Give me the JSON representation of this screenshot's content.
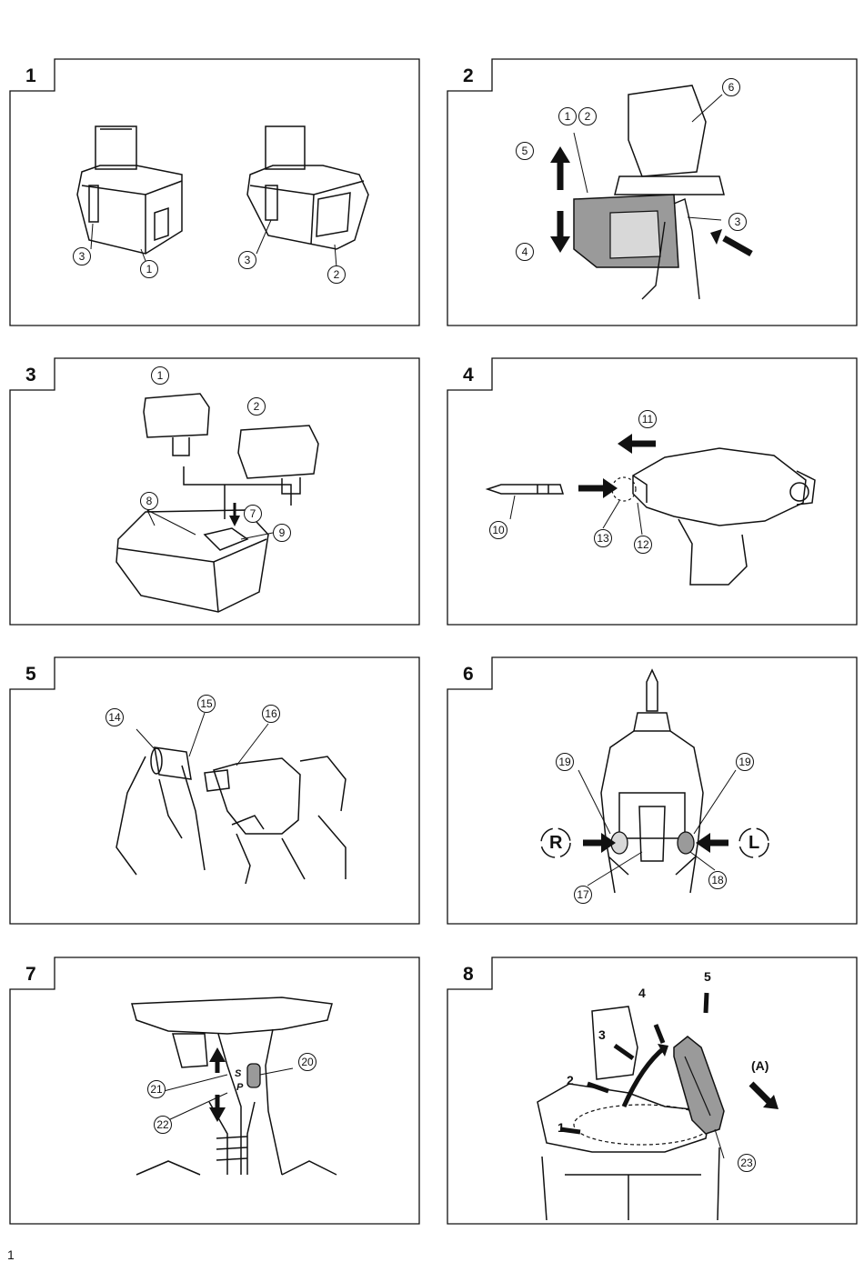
{
  "panels": [
    {
      "number": "1",
      "callouts": [
        "3",
        "1",
        "3",
        "2"
      ]
    },
    {
      "number": "2",
      "callouts": [
        "1",
        "2",
        "6",
        "5",
        "3",
        "4"
      ]
    },
    {
      "number": "3",
      "callouts": [
        "1",
        "2",
        "8",
        "7",
        "9"
      ]
    },
    {
      "number": "4",
      "callouts": [
        "11",
        "10",
        "13",
        "12"
      ]
    },
    {
      "number": "5",
      "callouts": [
        "14",
        "15",
        "16"
      ]
    },
    {
      "number": "6",
      "callouts": [
        "19",
        "19",
        "17",
        "18"
      ],
      "rotation_labels": [
        "R",
        "L"
      ]
    },
    {
      "number": "7",
      "callouts": [
        "20",
        "21",
        "22"
      ],
      "switch_letters": [
        "S",
        "P"
      ]
    },
    {
      "number": "8",
      "callouts": [
        "23"
      ],
      "steps": [
        "1",
        "2",
        "3",
        "4",
        "5"
      ],
      "direction_label": "(A)"
    }
  ],
  "page_number": "1",
  "colors": {
    "line": "#111111",
    "shade": "#9a9a9a",
    "light": "#d8d8d8"
  }
}
